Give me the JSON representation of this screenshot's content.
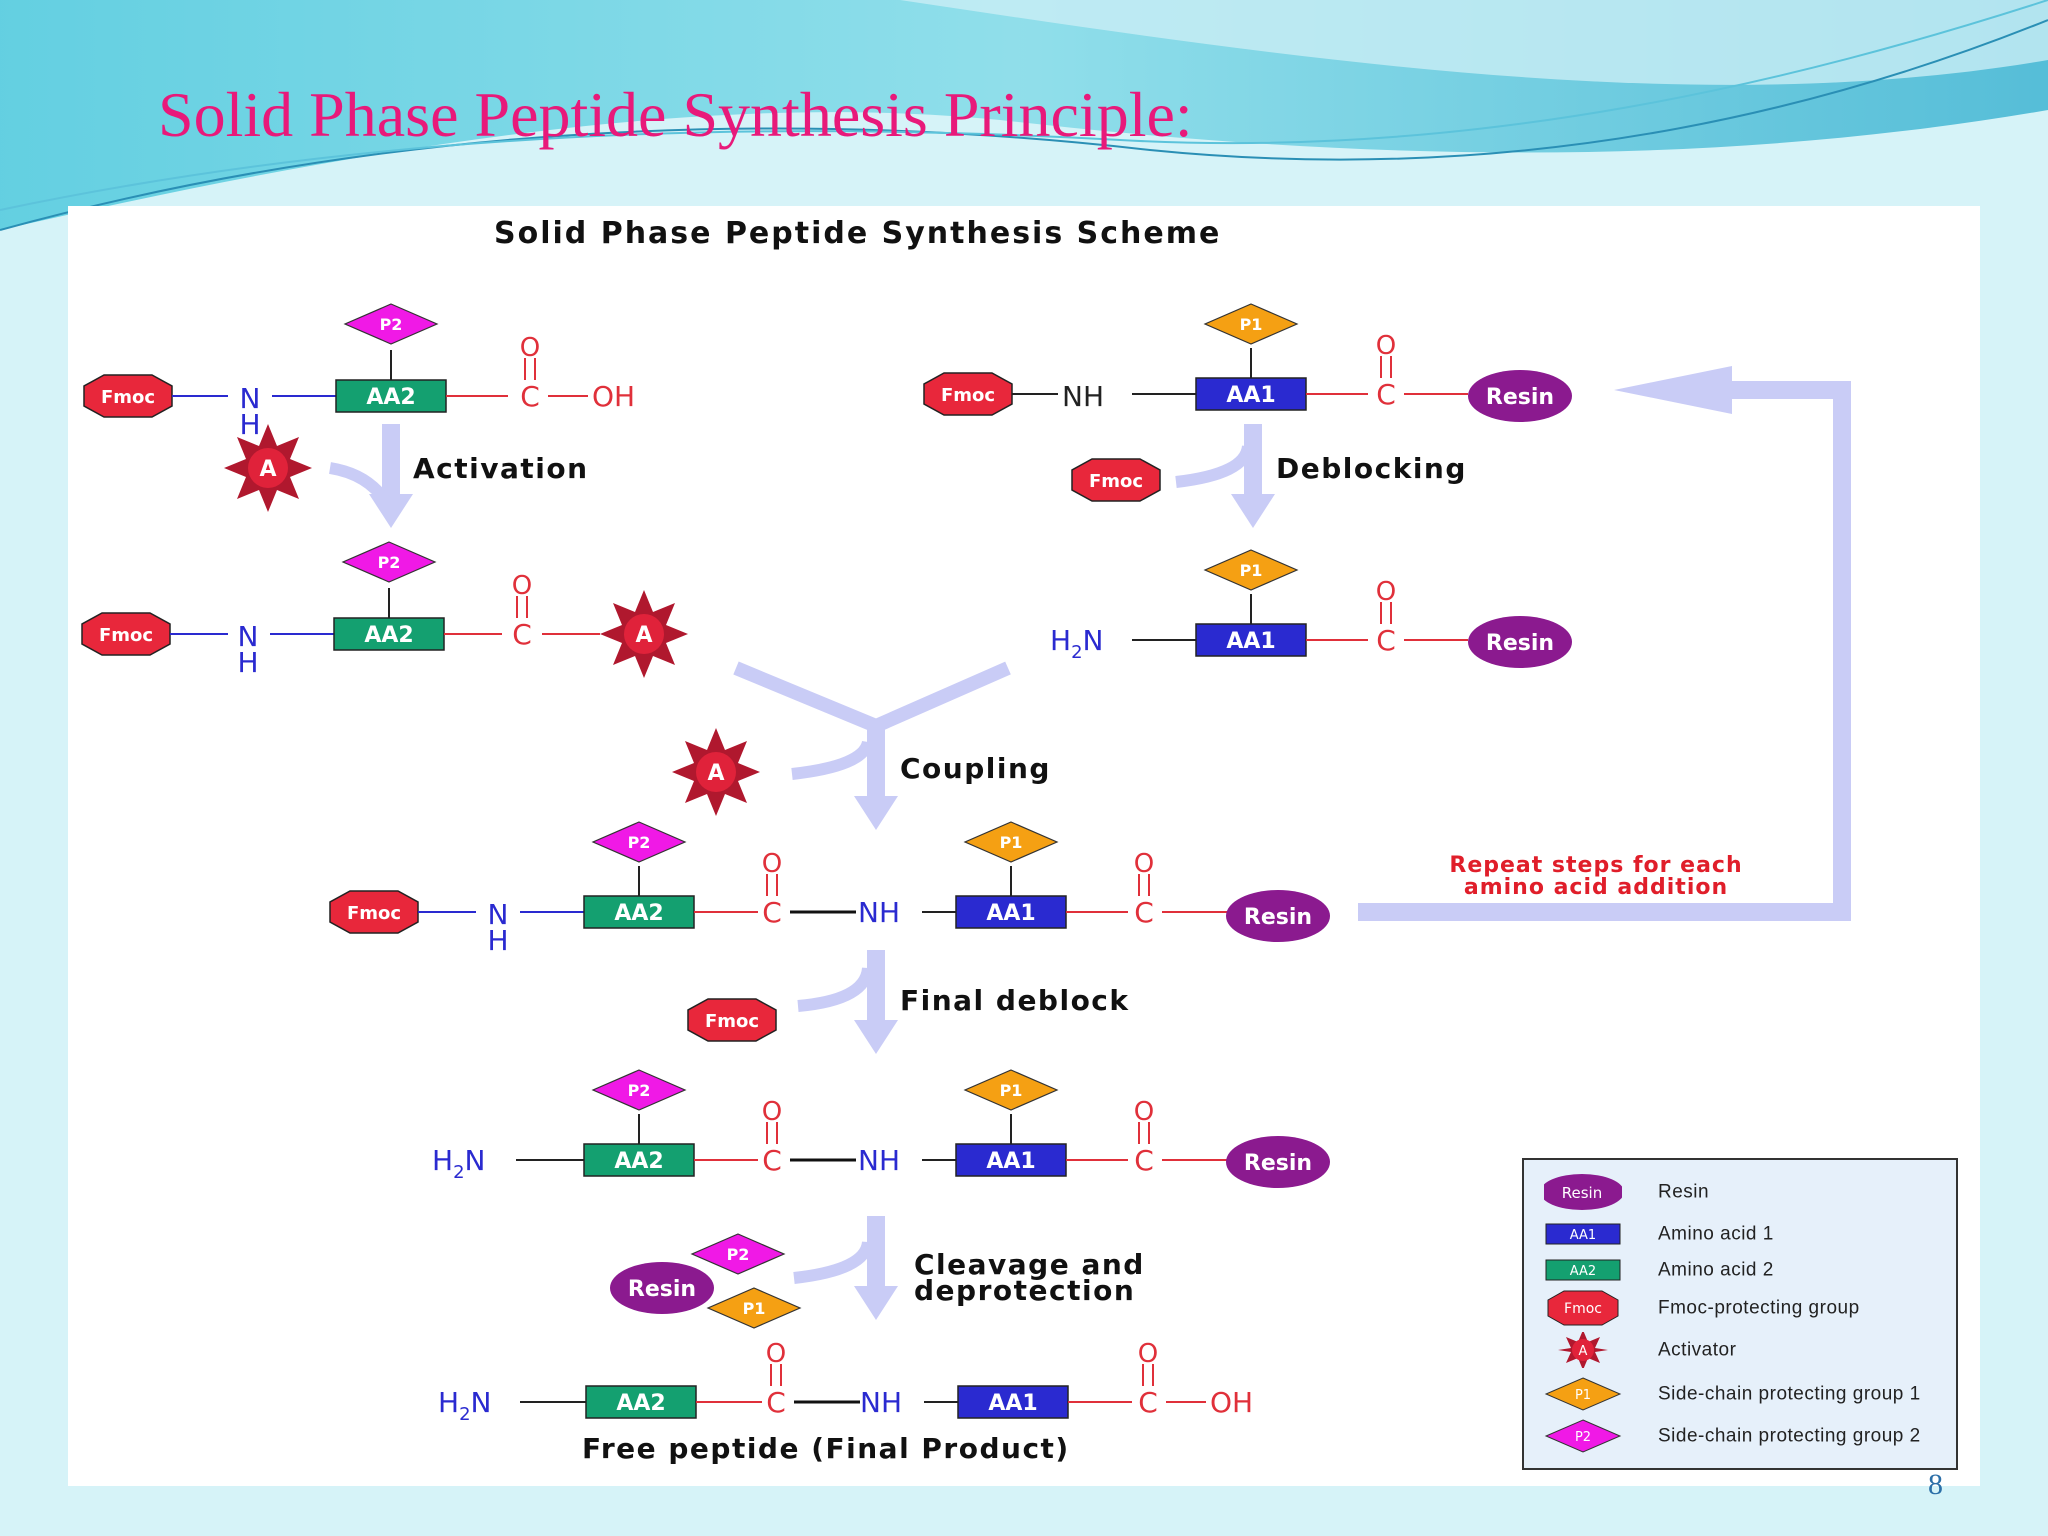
{
  "slide": {
    "title": "Solid Phase Peptide Synthesis Principle:",
    "page_number": "8"
  },
  "scheme": {
    "title": "Solid Phase Peptide Synthesis Scheme",
    "steps": {
      "activation": "Activation",
      "deblocking": "Deblocking",
      "coupling": "Coupling",
      "final_deblock": "Final deblock",
      "cleavage_line1": "Cleavage and",
      "cleavage_line2": "deprotection"
    },
    "repeat_line1": "Repeat steps for each",
    "repeat_line2": "amino acid addition",
    "final_product": "Free peptide (Final Product)",
    "atoms": {
      "N": "N",
      "H": "H",
      "NH": "NH",
      "O": "O",
      "C": "C",
      "OH": "OH",
      "H2N_H": "H",
      "H2N_2": "2",
      "H2N_N": "N"
    },
    "symbols": {
      "fmoc": "Fmoc",
      "resin": "Resin",
      "aa1": "AA1",
      "aa2": "AA2",
      "p1": "P1",
      "p2": "P2",
      "activator": "A"
    }
  },
  "legend": {
    "items": [
      {
        "symbol": "Resin",
        "label": "Resin"
      },
      {
        "symbol": "AA1",
        "label": "Amino acid 1"
      },
      {
        "symbol": "AA2",
        "label": "Amino acid 2"
      },
      {
        "symbol": "Fmoc",
        "label": "Fmoc-protecting group"
      },
      {
        "symbol": "A",
        "label": "Activator"
      },
      {
        "symbol": "P1",
        "label": "Side-chain protecting group 1"
      },
      {
        "symbol": "P2",
        "label": "Side-chain protecting group 2"
      }
    ]
  },
  "colors": {
    "title": "#e8197a",
    "fmoc": "#e8273b",
    "resin": "#8b1a8f",
    "aa1": "#2a2ad0",
    "aa2": "#14a070",
    "p1": "#f5a013",
    "p2": "#f019e6",
    "activator": "#e0223a",
    "arrow": "#c9ccf6",
    "bond_red": "#e0303a",
    "bond_blue": "#2a2ad0",
    "repeat_text": "#e01e2a"
  }
}
